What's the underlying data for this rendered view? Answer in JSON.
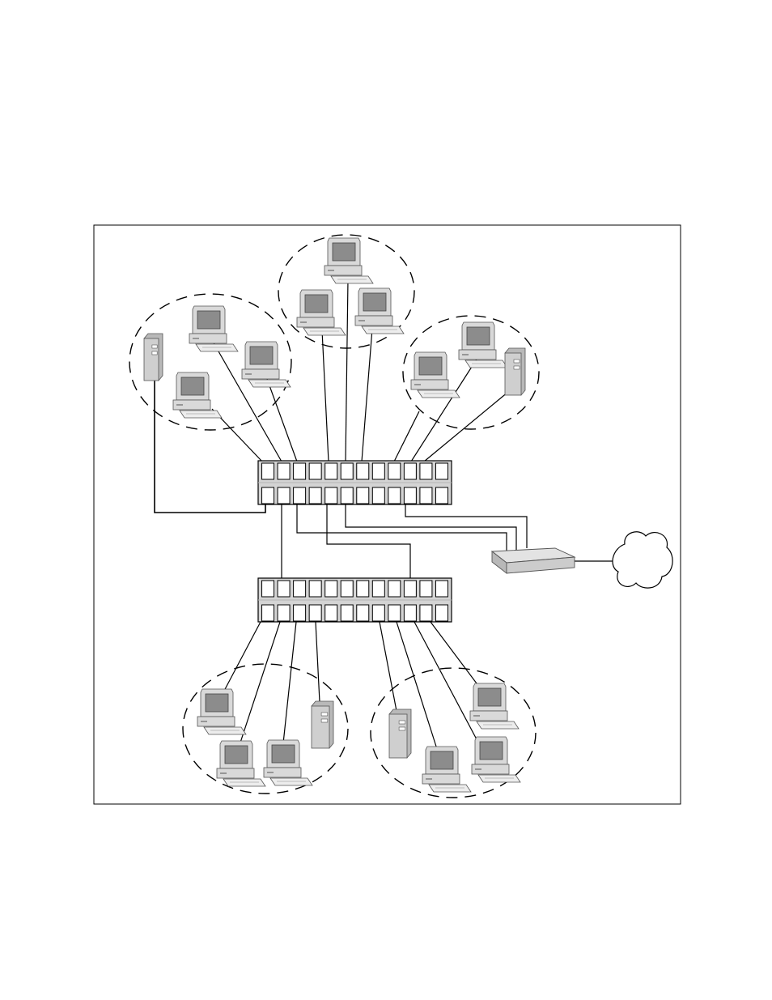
{
  "diagram": {
    "kind": "network-topology",
    "has_caption": false,
    "colors": {
      "frame": "#000000",
      "line": "#000000",
      "switch_body": "#d4d4d4",
      "port": "#ffffff",
      "pc_case": "#d9d9d9",
      "pc_screen": "#8c8c8c",
      "server_case": "#cfcfcf",
      "router_body": "#cccccc",
      "cloud_fill": "#ffffff"
    },
    "icons": {
      "workstation": "desktop-computer-icon",
      "server": "tower-server-icon",
      "switch": "ethernet-switch-icon",
      "router": "router-icon",
      "wan": "cloud-icon"
    },
    "switches": [
      {
        "id": "switch-upper",
        "ports_per_row": 12,
        "rows": 2
      },
      {
        "id": "switch-lower",
        "ports_per_row": 12,
        "rows": 2
      }
    ],
    "workgroups": [
      {
        "id": "group-top-left",
        "workstations": 3,
        "servers": 1
      },
      {
        "id": "group-top-center",
        "workstations": 3,
        "servers": 0
      },
      {
        "id": "group-top-right",
        "workstations": 2,
        "servers": 1
      },
      {
        "id": "group-bottom-left",
        "workstations": 3,
        "servers": 1
      },
      {
        "id": "group-bottom-right",
        "workstations": 3,
        "servers": 1
      }
    ],
    "router_count": 1,
    "cloud_count": 1
  }
}
